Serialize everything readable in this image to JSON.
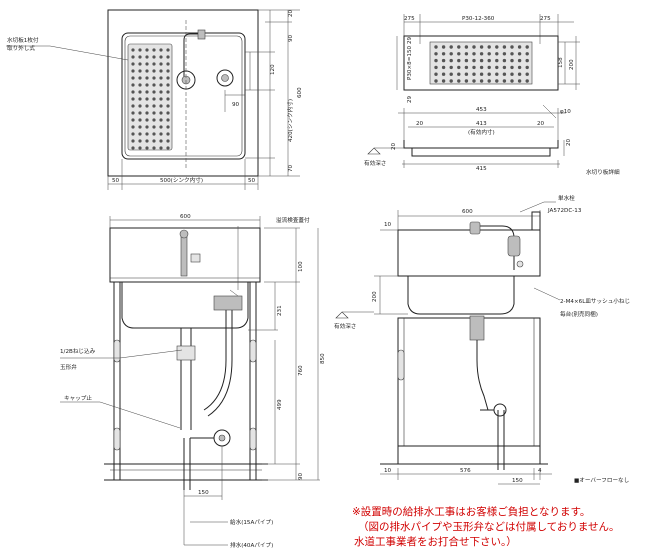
{
  "top_view": {
    "callout_removable": "水切板1枚付",
    "callout_removable_2": "取り外し式",
    "dims": {
      "top_margin": "20",
      "upper": "90",
      "mid": "120",
      "faucet_offset": "90",
      "sink_depth": "420(シンク内寸)",
      "total_depth": "600",
      "bottom": "70",
      "left_margin": "50",
      "sink_width": "500(シンク内寸)",
      "right_margin": "50"
    }
  },
  "drain_plate": {
    "dims": {
      "left": "275",
      "center": "P30-12-360",
      "right": "275",
      "left_vertical": "P30×8=150",
      "height": "158",
      "total": "200",
      "top_small": "29",
      "bottom_small": "29",
      "overall": "453",
      "side_l": "20",
      "middle": "413",
      "effective": "(有効内寸)",
      "side_r": "20",
      "hole": "φ10",
      "v_top": "20",
      "v_bottom": "20",
      "bottom_width": "415"
    },
    "label_effective_depth": "有効深さ",
    "caption": "水切り板詳細"
  },
  "front_view": {
    "width": "600",
    "label_overflow": "溢流検査蓋付",
    "label_thread": "1/2Bねじ込み",
    "label_valve": "玉形弁",
    "label_cap": "キャップ止",
    "dims": {
      "top": "100",
      "d231": "231",
      "d499": "499",
      "d760": "760",
      "d850": "850",
      "d90": "90",
      "d150": "150"
    },
    "label_supply": "給水(15Aパイプ)",
    "label_drain": "排水(40Aパイプ)"
  },
  "side_view": {
    "width": "600",
    "label_faucet_type": "単水栓",
    "faucet_model": "JA572DC-13",
    "d10": "10",
    "d200": "200",
    "label_effective_depth": "有効深さ",
    "label_screw": "2-M4×6L皿サッシュ小ねじ",
    "label_screw_2": "毎台(別売同梱)",
    "bottom_10": "10",
    "bottom_576": "576",
    "bottom_4": "4",
    "bottom_150": "150",
    "label_overflow_none": "■オーバーフローなし"
  },
  "notice": {
    "line1": "※設置時の給排水工事はお客様ご負担となります。",
    "line2": "（図の排水パイプや玉形弁などは付属しておりません。",
    "line3": "水道工事業者をお打合せ下さい。）"
  }
}
